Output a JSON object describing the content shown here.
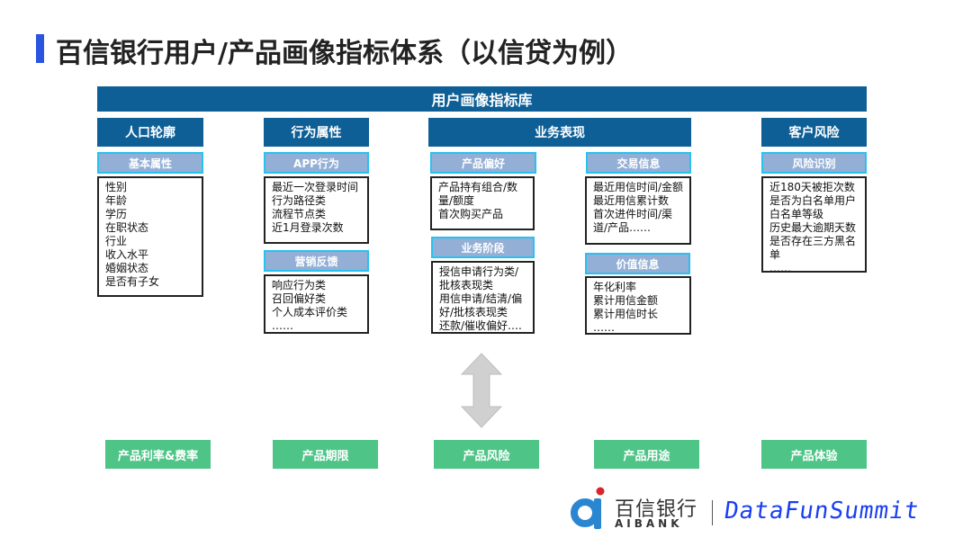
{
  "title": "百信银行用户/产品画像指标体系（以信贷为例）",
  "banner": "用户画像指标库",
  "categories": [
    {
      "label": "人口轮廓"
    },
    {
      "label": "行为属性"
    },
    {
      "label": "业务表现"
    },
    {
      "label": "客户风险"
    }
  ],
  "groups": {
    "basic": {
      "label": "基本属性",
      "items": [
        "性别",
        "年龄",
        "学历",
        "在职状态",
        "行业",
        "收入水平",
        "婚姻状态",
        "是否有子女",
        "……"
      ]
    },
    "app": {
      "label": "APP行为",
      "items": [
        "最近一次登录时间",
        "行为路径类",
        "流程节点类",
        "近1月登录次数",
        "……"
      ]
    },
    "marketing": {
      "label": "营销反馈",
      "items": [
        "响应行为类",
        "召回偏好类",
        "个人成本评价类",
        "……"
      ]
    },
    "product_pref": {
      "label": "产品偏好",
      "items": [
        "产品持有组合/数量/额度",
        "首次购买产品",
        "……"
      ]
    },
    "stage": {
      "label": "业务阶段",
      "items": [
        "授信申请行为类/批核表现类",
        "用信申请/结清/偏好/批核表现类",
        "还款/催收偏好…."
      ]
    },
    "trade": {
      "label": "交易信息",
      "items": [
        "最近用信时间/金额",
        "最近用信累计数",
        "首次进件时间/渠道/产品……"
      ]
    },
    "value": {
      "label": "价值信息",
      "items": [
        "年化利率",
        "累计用信金额",
        "累计用信时长",
        "……"
      ]
    },
    "risk": {
      "label": "风险识别",
      "items": [
        "近180天被拒次数",
        "是否为白名单用户",
        "白名单等级",
        "历史最大逾期天数",
        "是否存在三方黑名单",
        "……"
      ]
    }
  },
  "products": [
    "产品利率&费率",
    "产品期限",
    "产品风险",
    "产品用途",
    "产品体验"
  ],
  "logo": {
    "cn": "百信银行",
    "en": "AIBANK",
    "summit": "DataFunSummit"
  },
  "colors": {
    "header": "#0d5f96",
    "sub": "#93afd6",
    "product": "#4fc487",
    "accent": "#2a55e0"
  }
}
